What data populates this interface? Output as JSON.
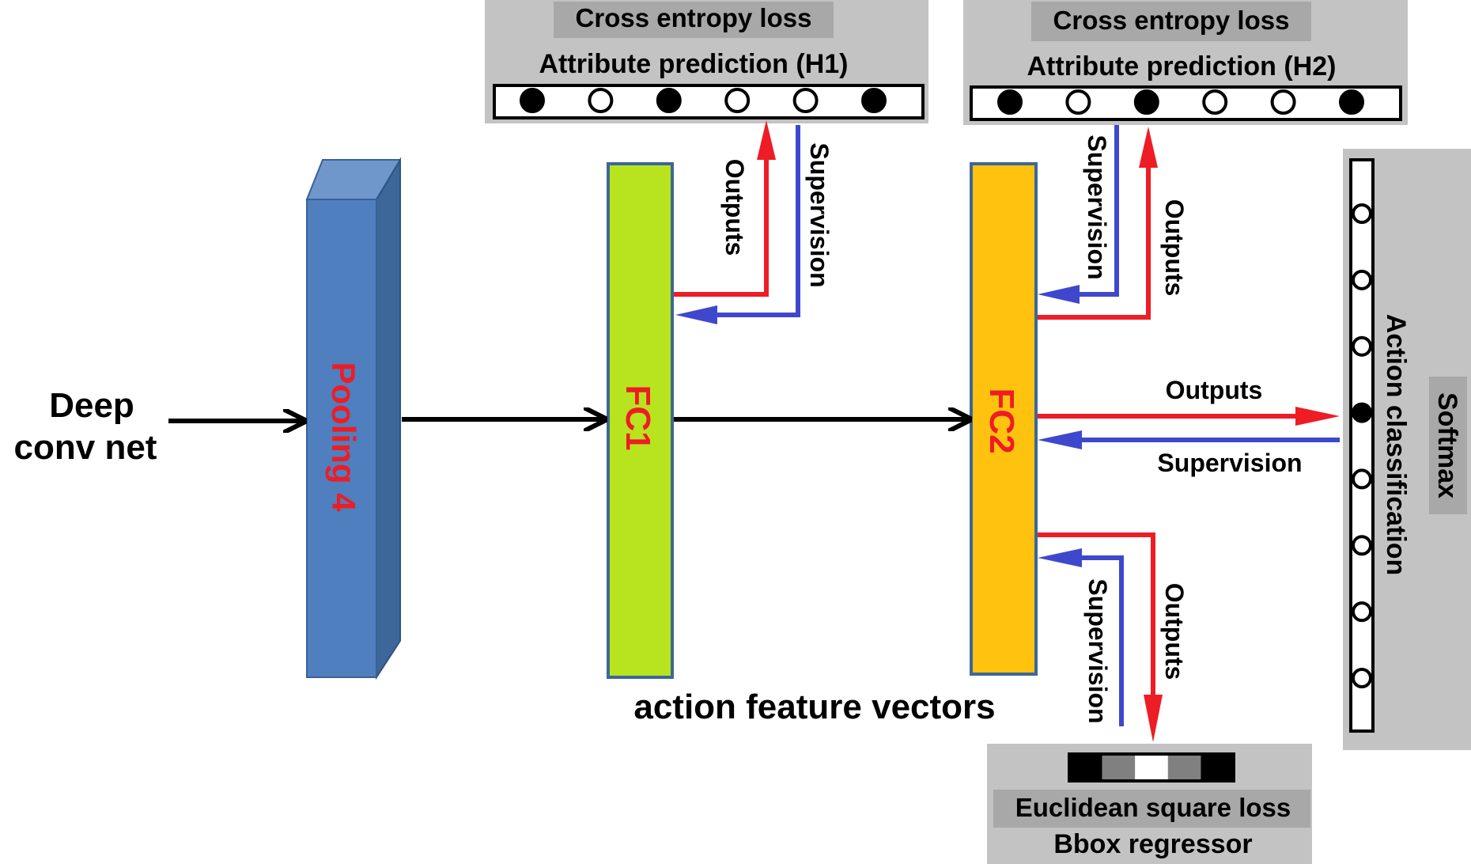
{
  "input": {
    "line1": "Deep",
    "line2": "conv net"
  },
  "pooling": {
    "label": "Pooling 4",
    "color": "#4f7fbe"
  },
  "fc1": {
    "label": "FC1",
    "color": "#b7e41e"
  },
  "fc2": {
    "label": "FC2",
    "color": "#ffc20e"
  },
  "feature_caption": "action feature vectors",
  "h1": {
    "loss": "Cross entropy loss",
    "title": "Attribute prediction (H1)",
    "nodes": [
      true,
      false,
      true,
      false,
      false,
      true
    ]
  },
  "h2": {
    "loss": "Cross entropy loss",
    "title": "Attribute prediction (H2)",
    "nodes": [
      true,
      false,
      true,
      false,
      false,
      true
    ]
  },
  "softmax": {
    "label": "Softmax",
    "title": "Action classification",
    "nodes": [
      false,
      false,
      false,
      true,
      false,
      false,
      false,
      false
    ]
  },
  "bbox": {
    "loss": "Euclidean square loss",
    "title": "Bbox regressor",
    "cells": [
      "#000000",
      "#808080",
      "#ffffff",
      "#808080",
      "#000000"
    ]
  },
  "arrows": {
    "outputs": "Outputs",
    "supervision": "Supervision",
    "outputs_color": "#ee1c25",
    "supervision_color": "#3f48cc"
  },
  "colors": {
    "panel": "#c3c3c3",
    "label_box": "#a8a8a8",
    "label_red": "#ee1c25"
  }
}
